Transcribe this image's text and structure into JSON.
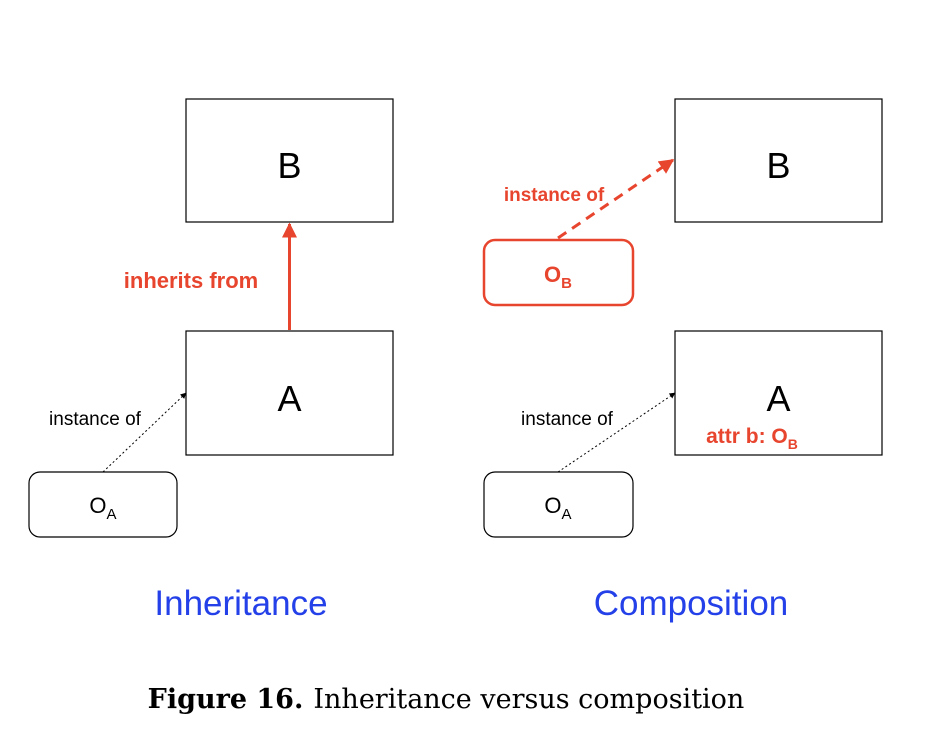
{
  "colors": {
    "accent": "#e8452e",
    "title": "#2440e8",
    "line": "#000000"
  },
  "left": {
    "box_b": "B",
    "box_a": "A",
    "instance_label": "instance of",
    "object_main": "O",
    "object_sub": "A",
    "arrow_label": "inherits from",
    "title": "Inheritance"
  },
  "right": {
    "box_b": "B",
    "box_a": "A",
    "instance_label_top": "instance of",
    "object_b_main": "O",
    "object_b_sub": "B",
    "instance_label": "instance of",
    "object_main": "O",
    "object_sub": "A",
    "attr_main": "attr b: O",
    "attr_sub": "B",
    "title": "Composition"
  },
  "caption": {
    "label": "Figure 16.",
    "text": "Inheritance versus composition"
  }
}
